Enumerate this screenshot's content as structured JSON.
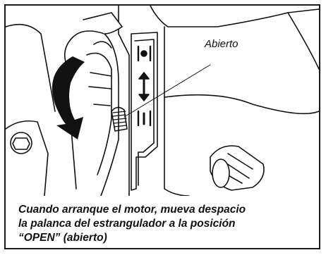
{
  "callout_label": "Abierto",
  "caption_lines": [
    "Cuando arranque el motor, mueva despacio",
    "la palanca del estrangulador a la posición",
    "“OPEN” (abierto)"
  ]
}
